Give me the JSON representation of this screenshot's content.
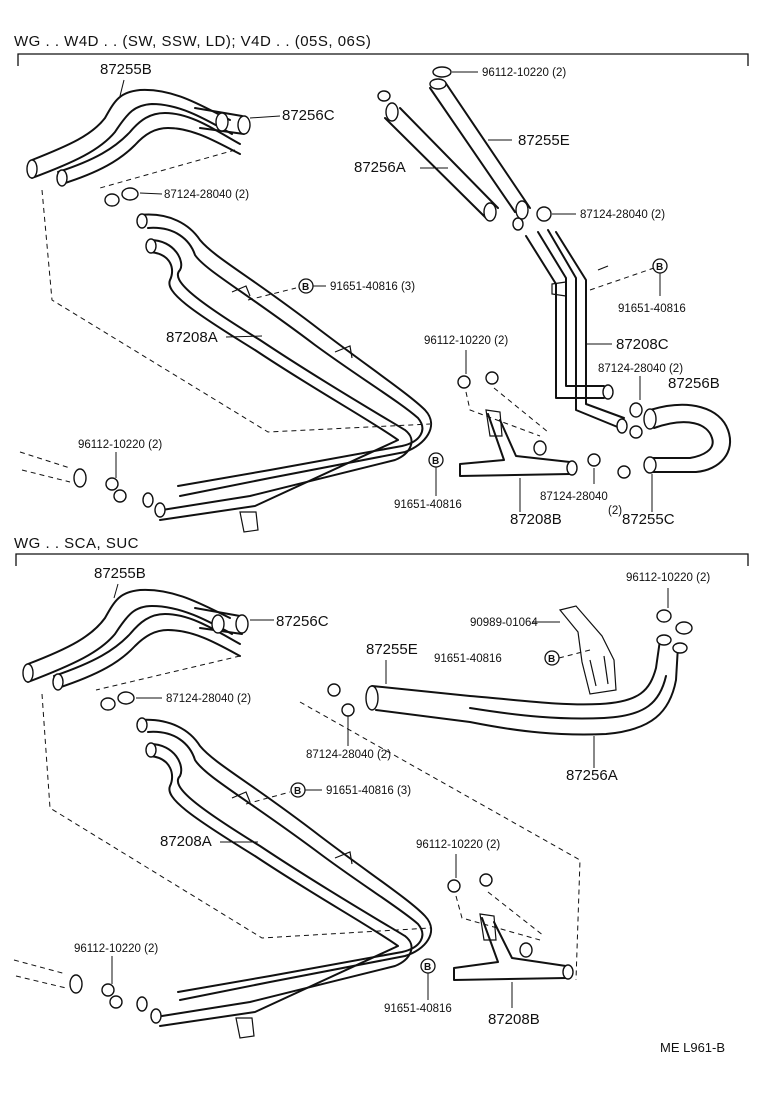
{
  "sections": [
    {
      "header": "WG . . W4D . . (SW, SSW, LD); V4D . . (05S, 06S)",
      "labels": {
        "p87255B": "87255B",
        "p87256C": "87256C",
        "p96112_top": "96112-10220 (2)",
        "p87255E": "87255E",
        "p87256A": "87256A",
        "p87124_left": "87124-28040 (2)",
        "p87124_right": "87124-28040 (2)",
        "b_mid": "B",
        "p91651_mid": "91651-40816 (3)",
        "b_right": "B",
        "p91651_right": "91651-40816",
        "p87208A": "87208A",
        "p96112_mid": "96112-10220 (2)",
        "p87208C": "87208C",
        "p87124_r2": "87124-28040 (2)",
        "p87256B": "87256B",
        "p96112_left": "96112-10220 (2)",
        "b_low": "B",
        "p91651_low": "91651-40816",
        "p87124_low": "87124-28040",
        "p87124_low_qty": "(2)",
        "p87208B": "87208B",
        "p87255C": "87255C"
      }
    },
    {
      "header": "WG . . SCA, SUC",
      "labels": {
        "p87255B": "87255B",
        "p87256C": "87256C",
        "p96112_top": "96112-10220 (2)",
        "p90989": "90989-01064",
        "b_right": "B",
        "p91651_right": "91651-40816",
        "p87255E": "87255E",
        "p87124_left": "87124-28040 (2)",
        "p87124_mid": "87124-28040 (2)",
        "b_mid": "B",
        "p91651_mid": "91651-40816 (3)",
        "p87256A": "87256A",
        "p87208A": "87208A",
        "p96112_mid": "96112-10220 (2)",
        "p96112_left": "96112-10220 (2)",
        "b_low": "B",
        "p91651_low": "91651-40816",
        "p87208B": "87208B"
      }
    }
  ],
  "figure_code": "ME L961-B"
}
